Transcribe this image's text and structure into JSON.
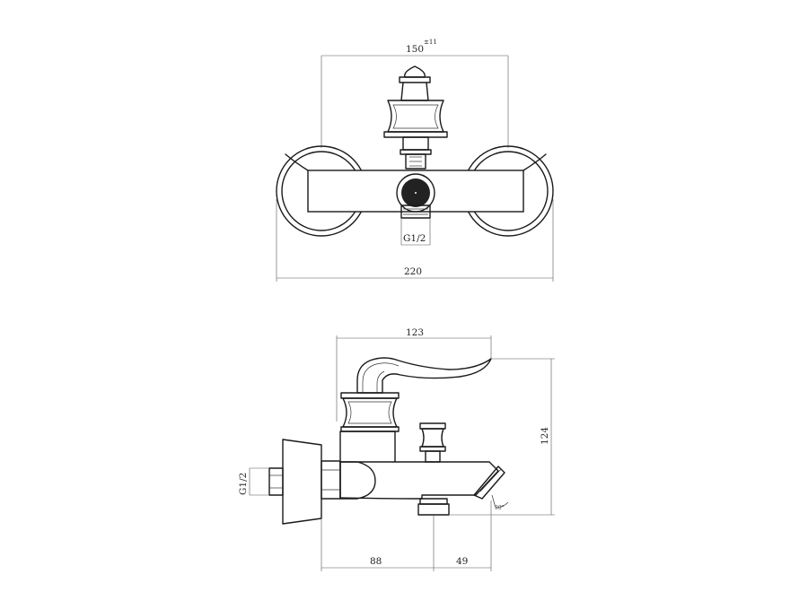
{
  "front_view": {
    "width_top": "150",
    "width_top_tolerance": "±11",
    "width_bottom": "220",
    "thread": "G1/2"
  },
  "side_view": {
    "length_top": "123",
    "height": "124",
    "thread": "G1/2",
    "dim_left": "88",
    "dim_right": "49",
    "angle": "30°"
  }
}
